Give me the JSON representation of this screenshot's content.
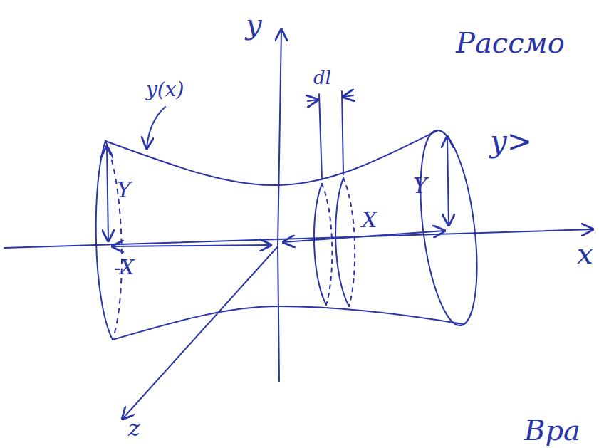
{
  "diagram": {
    "labels": [
      "y",
      "Рассмо",
      "y(x)",
      "dl",
      "y>",
      "Y",
      "-X",
      "X",
      "Y",
      "x",
      "z",
      "Вра"
    ]
  }
}
